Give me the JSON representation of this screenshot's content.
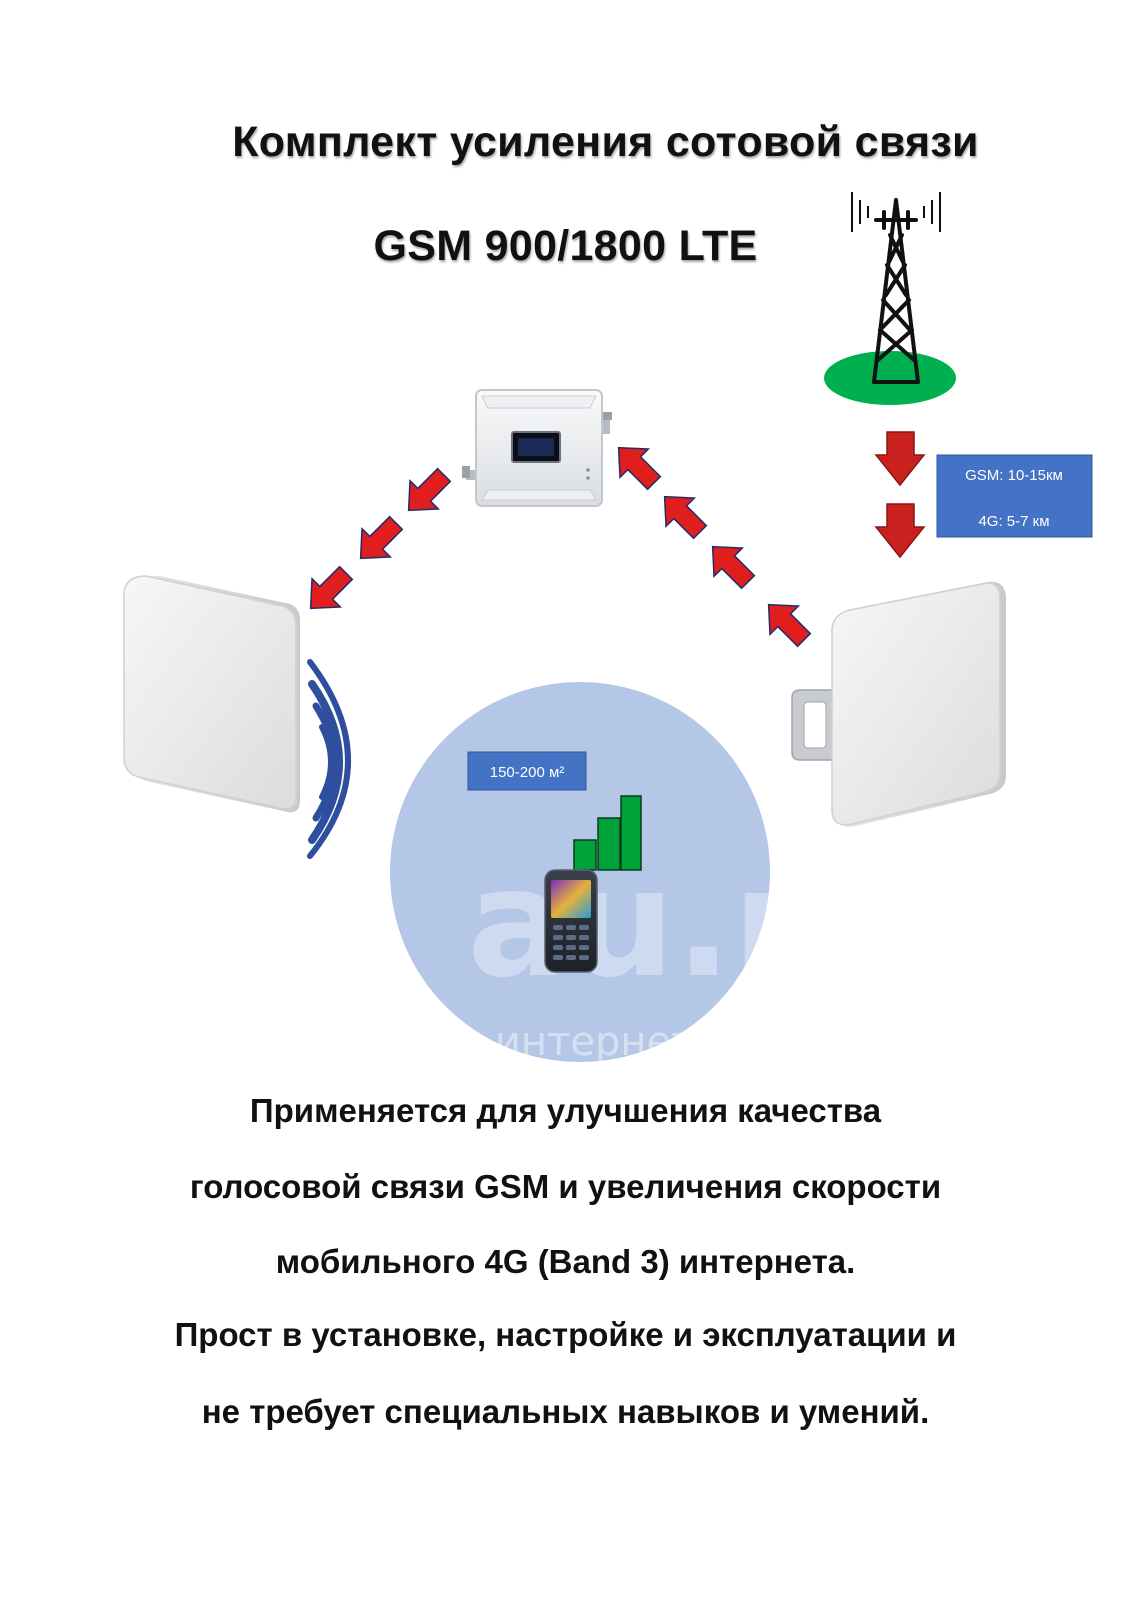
{
  "title": {
    "line1": "Комплект усиления сотовой связи",
    "line2": "GSM 900/1800 LTE"
  },
  "range_box": {
    "gsm": "GSM: 10-15км",
    "lte": "4G: 5-7 км"
  },
  "coverage_label": "150-200 м²",
  "watermark": {
    "brand": "au.ru",
    "tagline": "интернет-аукцион"
  },
  "description": [
    "Применяется для улучшения качества",
    "голосовой связи GSM  и увеличения скорости",
    "мобильного 4G (Band 3) интернета.",
    "Прост в установке, настройке и эксплуатации и",
    "не требует специальных навыков и умений."
  ],
  "colors": {
    "arrow": "#e01e1e",
    "arrow_down": "#c9221e",
    "info_box": "#4472c4",
    "coverage_circle": "#b4c7e7",
    "signal_bars": "#00a33a",
    "ground": "#00b050",
    "wave": "#2f4e9e"
  },
  "icons": {
    "tower": "cell-tower-icon",
    "repeater": "repeater-icon",
    "outdoor_antenna": "outdoor-panel-antenna-icon",
    "indoor_antenna": "indoor-panel-antenna-icon",
    "phone": "mobile-phone-icon",
    "signal": "signal-bars-icon",
    "waves": "radio-waves-icon"
  }
}
